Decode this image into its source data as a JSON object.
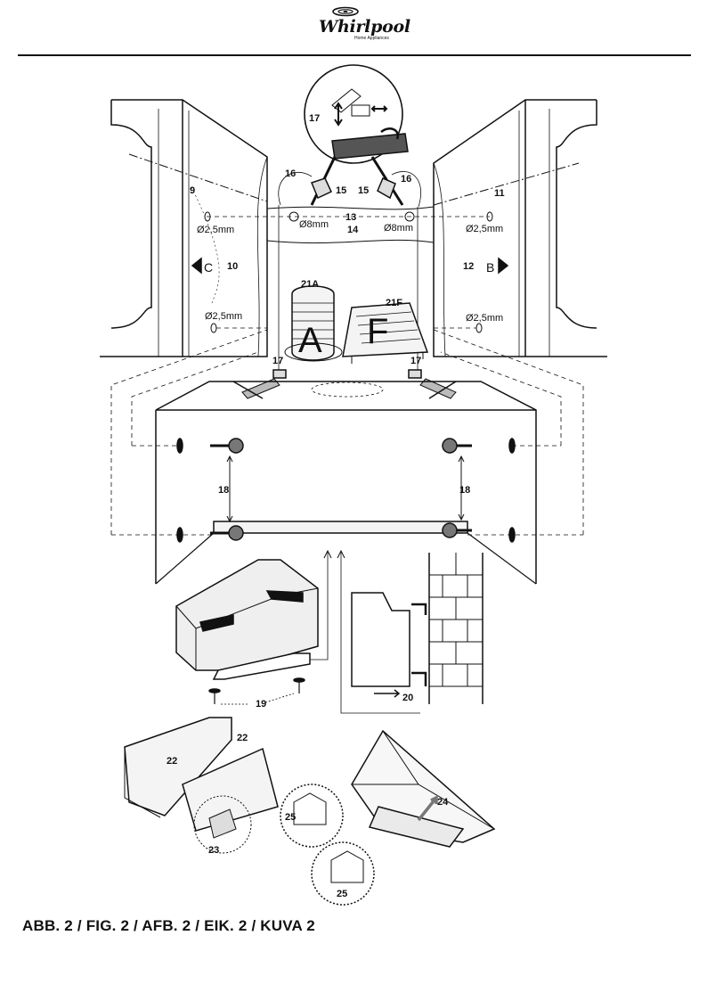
{
  "logo": {
    "brand": "Whirlpool",
    "tagline": "Home Appliances"
  },
  "caption": "ABB. 2 / FIG. 2 / AFB. 2 / EIK. 2 / KUVA 2",
  "labels": {
    "n9": "9",
    "n10": "10",
    "n11": "11",
    "n12": "12",
    "n13": "13",
    "n14": "14",
    "n15": "15",
    "n16": "16",
    "n17": "17",
    "n18": "18",
    "n19": "19",
    "n20": "20",
    "n21a": "21A",
    "n21f": "21F",
    "n22": "22",
    "n23": "23",
    "n24": "24",
    "n25": "25",
    "d25": "Ø2,5mm",
    "d8": "Ø8mm",
    "C": "C",
    "B": "B",
    "A": "A",
    "F": "F"
  }
}
